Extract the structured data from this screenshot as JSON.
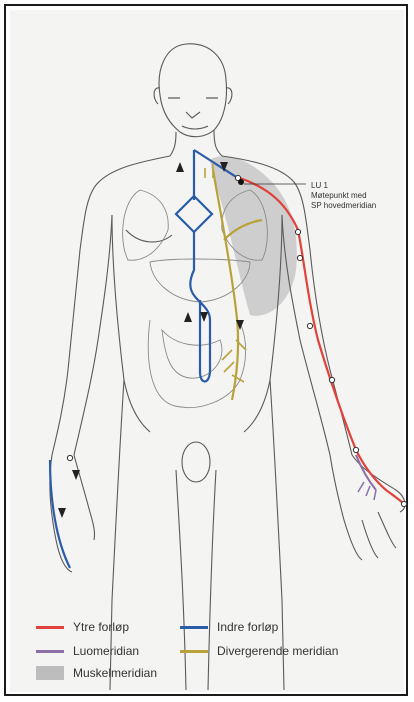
{
  "annotation": {
    "line1": "LU 1",
    "line2": "Møtepunkt med",
    "line3": "SP hovedmeridian"
  },
  "legend": {
    "ytre": {
      "label": "Ytre forløp",
      "color": "#e0433b"
    },
    "indre": {
      "label": "Indre forløp",
      "color": "#2a5ca8"
    },
    "luo": {
      "label": "Luomeridian",
      "color": "#8a6fa8"
    },
    "divergerende": {
      "label": "Divergerende meridian",
      "color": "#b9a23a"
    },
    "muskel": {
      "label": "Muskelmeridian",
      "color": "#bdbdbd"
    }
  }
}
